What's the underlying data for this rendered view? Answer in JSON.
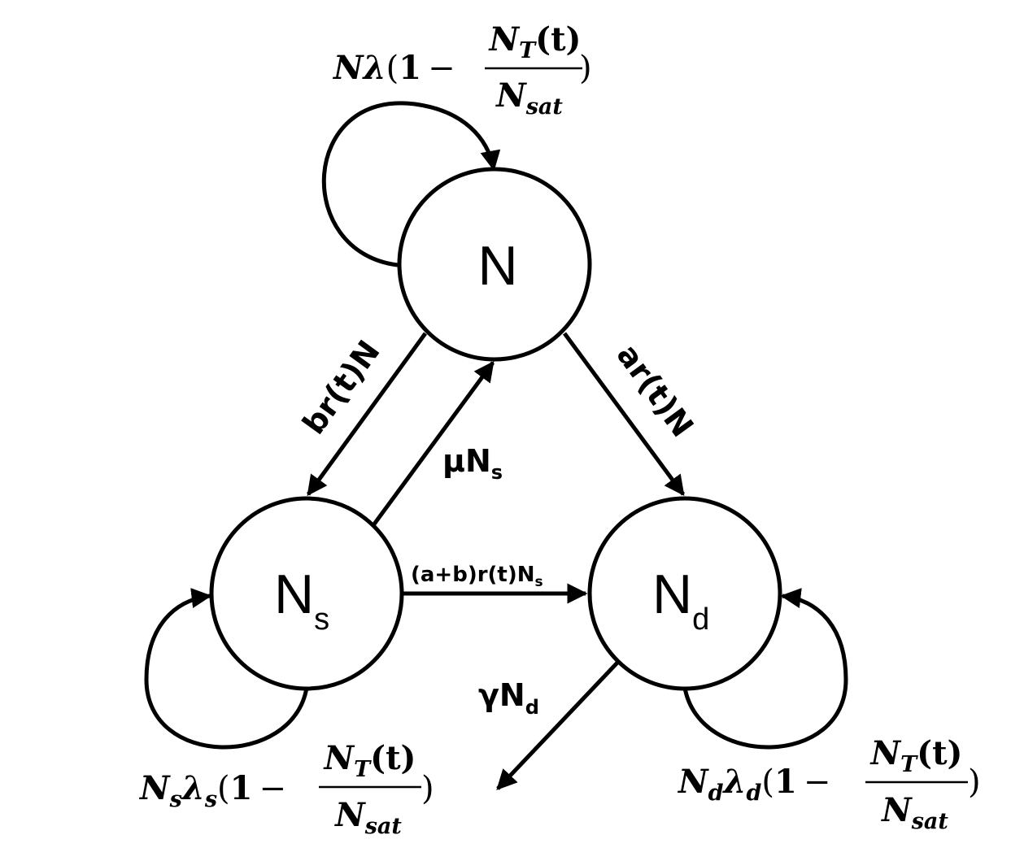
{
  "nodes": {
    "n": {
      "label": "N",
      "sub": ""
    },
    "ns": {
      "label": "N",
      "sub": "s"
    },
    "nd": {
      "label": "N",
      "sub": "d"
    }
  },
  "edges": {
    "br": {
      "label": "br(t)N"
    },
    "mu": {
      "label": "μN",
      "sub": "s"
    },
    "ar": {
      "label": "ar(t)N"
    },
    "ab": {
      "label": "(a+b)r(t)N",
      "sub": "s"
    },
    "gamma": {
      "label": "γN",
      "sub": "d"
    }
  },
  "self_loops": {
    "n": {
      "base": "N",
      "base_sub": "",
      "rate": "λ",
      "rate_sub": "",
      "one": "1",
      "minus": "−",
      "num": "N",
      "num_sub": "T",
      "num_arg": "(t)",
      "den": "N",
      "den_sub": "sat",
      "open": "(",
      "close": ")"
    },
    "ns": {
      "base": "N",
      "base_sub": "s",
      "rate": "λ",
      "rate_sub": "s",
      "one": "1",
      "minus": "−",
      "num": "N",
      "num_sub": "T",
      "num_arg": "(t)",
      "den": "N",
      "den_sub": "sat",
      "open": "(",
      "close": ")"
    },
    "nd": {
      "base": "N",
      "base_sub": "d",
      "rate": "λ",
      "rate_sub": "d",
      "one": "1",
      "minus": "−",
      "num": "N",
      "num_sub": "T",
      "num_arg": "(t)",
      "den": "N",
      "den_sub": "sat",
      "open": "(",
      "close": ")"
    }
  }
}
